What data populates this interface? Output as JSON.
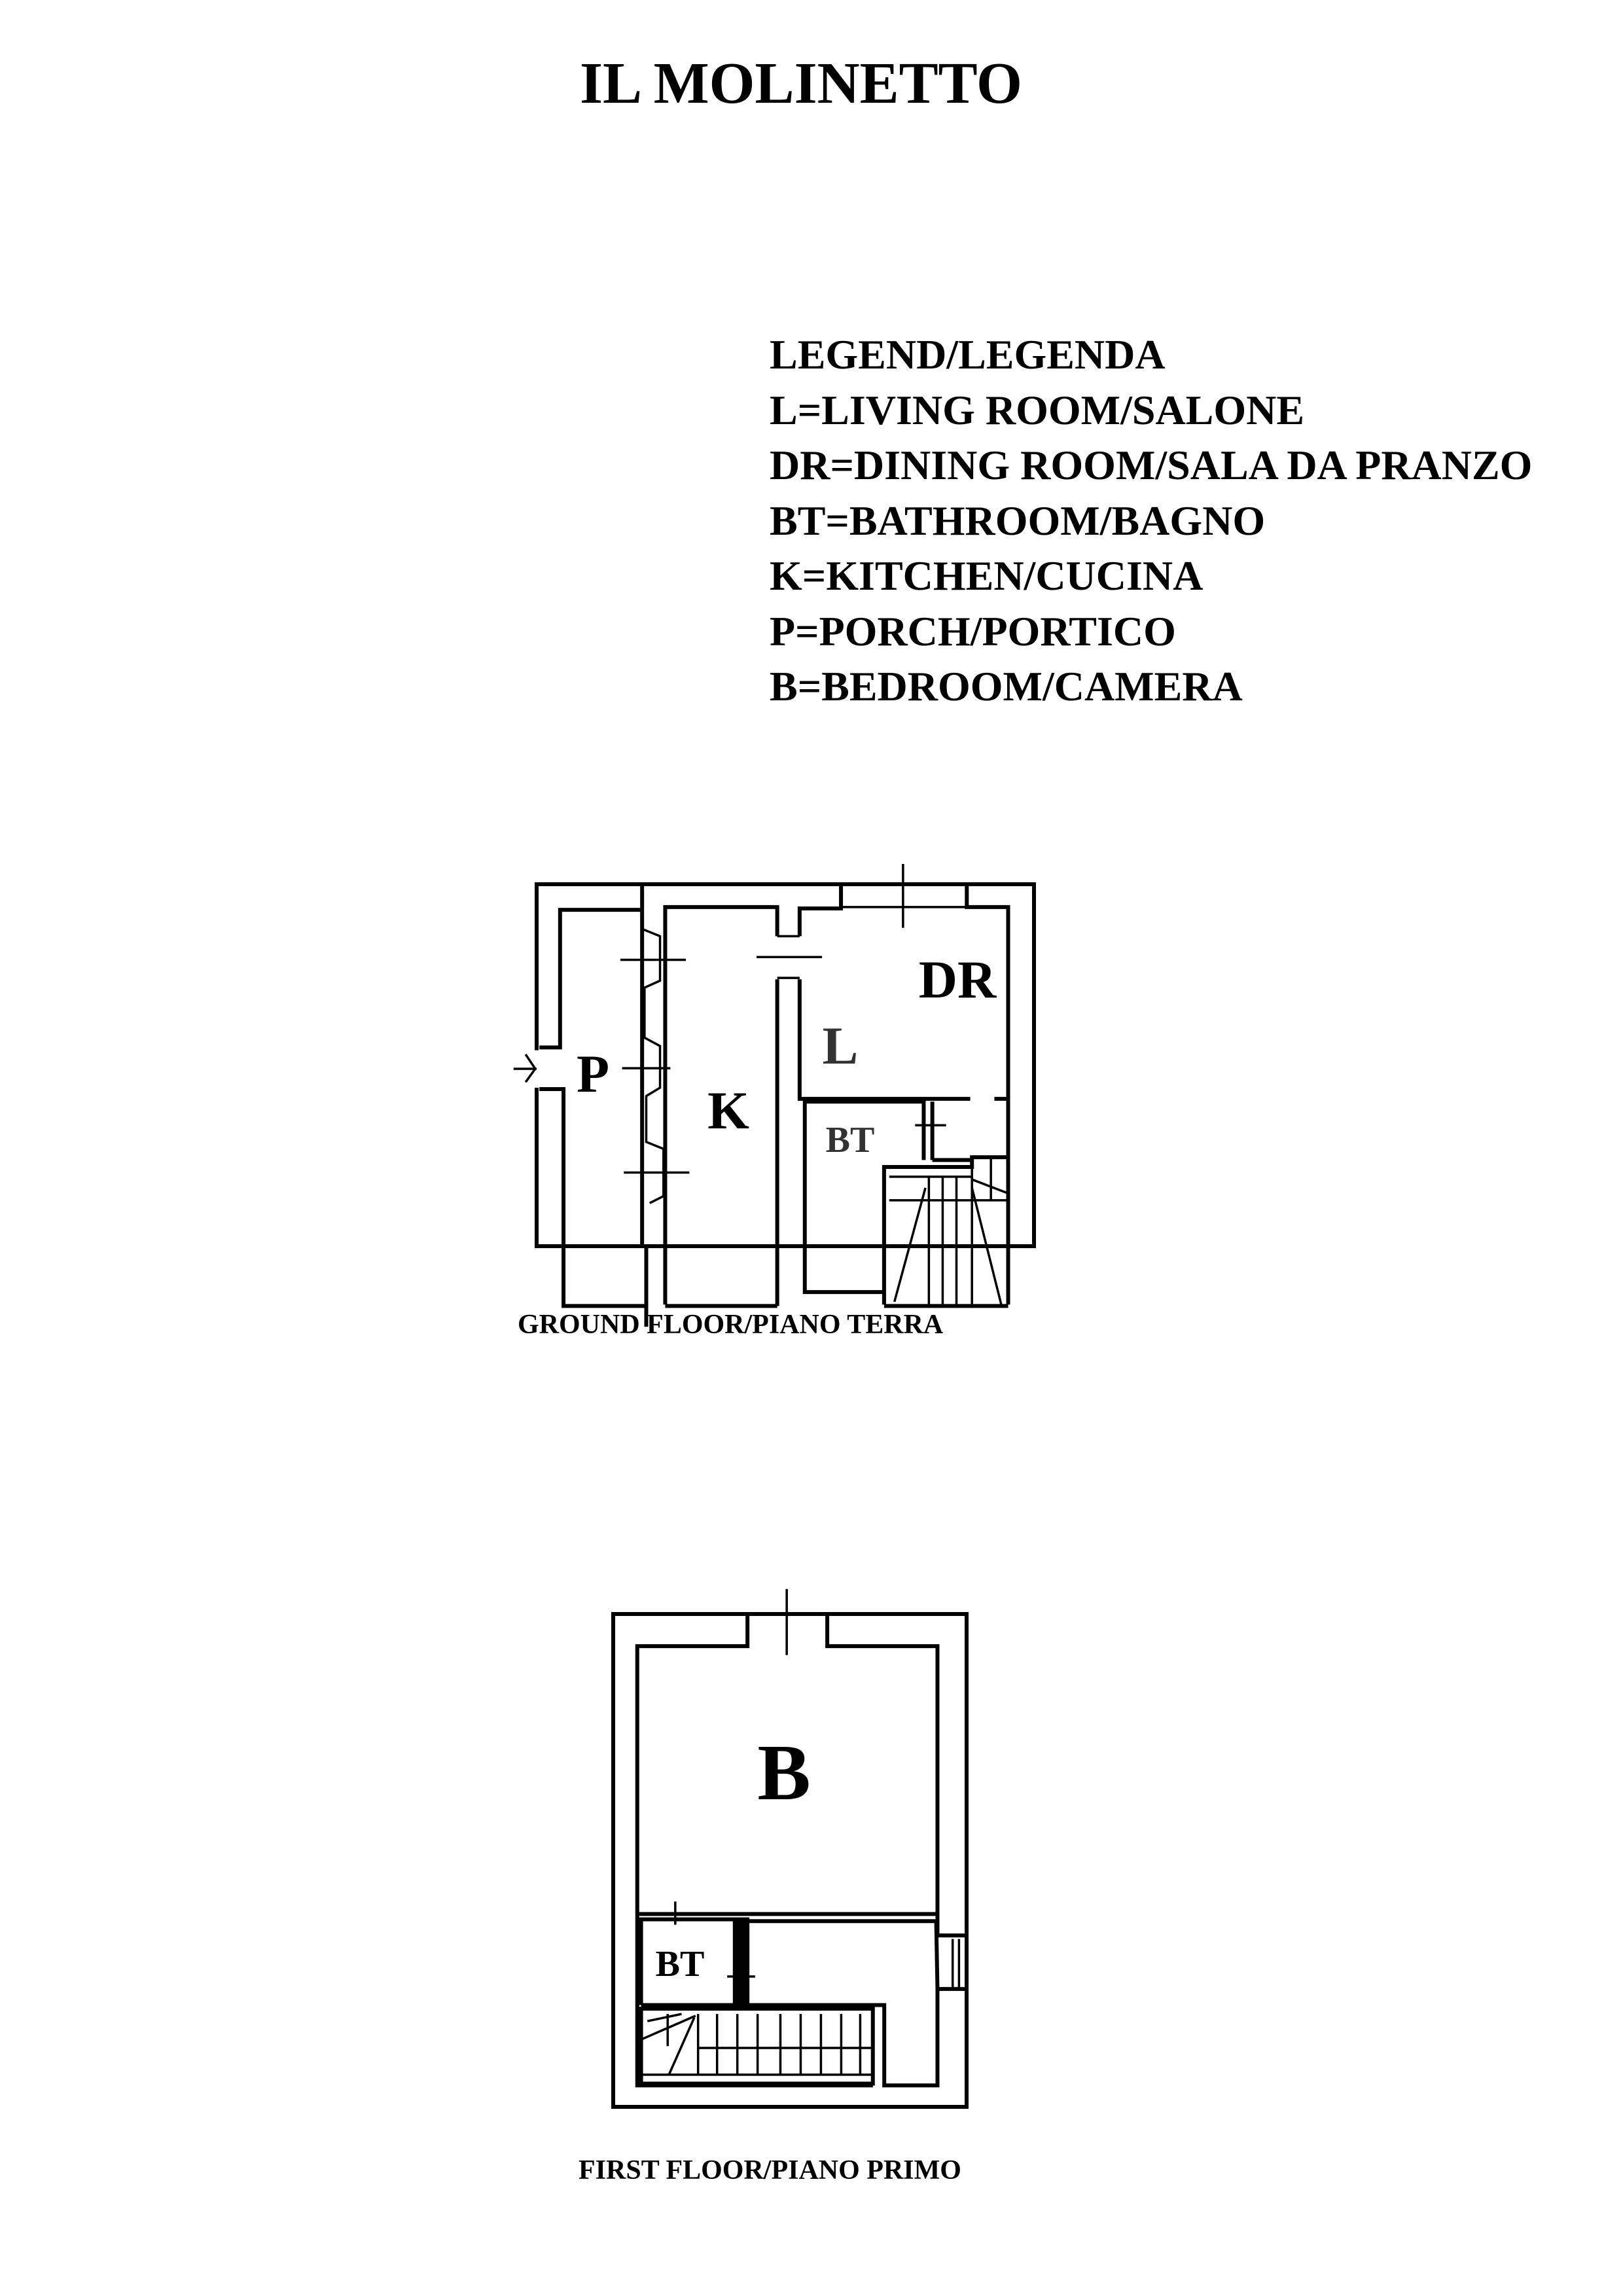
{
  "title": "IL MOLINETTO",
  "legend": {
    "heading": "LEGEND/LEGENDA",
    "items": [
      "L=LIVING ROOM/SALONE",
      "DR=DINING ROOM/SALA DA PRANZO",
      "BT=BATHROOM/BAGNO",
      "K=KITCHEN/CUCINA",
      "P=PORCH/PORTICO",
      "B=BEDROOM/CAMERA"
    ]
  },
  "ground_floor": {
    "caption": "GROUND FLOOR/PIANO TERRA",
    "rooms": {
      "porch": "P",
      "kitchen": "K",
      "living": "L",
      "dining": "DR",
      "bathroom": "BT"
    }
  },
  "first_floor": {
    "caption": "FIRST FLOOR/PIANO PRIMO",
    "rooms": {
      "bedroom": "B",
      "bathroom": "BT"
    }
  }
}
